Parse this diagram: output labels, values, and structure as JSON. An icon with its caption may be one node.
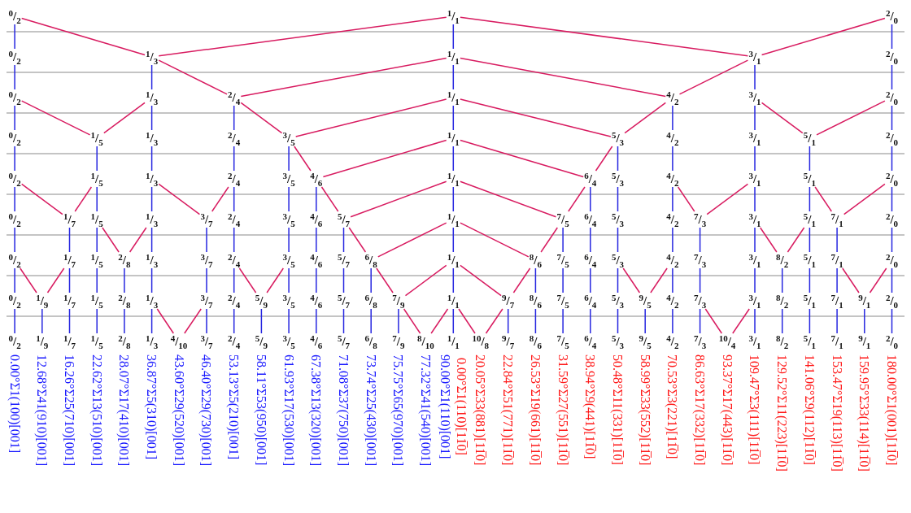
{
  "diagram": {
    "nodes": [
      {
        "text": [
          "$^{0}$/$_{2}$"
        ]
      },
      {
        "text": [
          "$^{1}$/$_{1}$"
        ]
      },
      {
        "text": [
          "$^{2}$/$_{0}$"
        ]
      },
      {
        "text": [
          "$^{0}$/$_{2}$"
        ]
      },
      {
        "text": [
          "$^{1}$/$_{3}$"
        ]
      },
      {
        "text": [
          "$^{1}$/$_{1}$"
        ]
      },
      {
        "text": [
          "$^{3}$/$_{1}$"
        ]
      },
      {
        "text": [
          "$^{2}$/$_{0}$"
        ]
      },
      {
        "text": [
          "$^{0}$/$_{2}$"
        ]
      },
      {
        "text": [
          "$^{1}$/$_{3}$"
        ]
      },
      {
        "text": [
          "$^{2}$/$_{4}$"
        ]
      },
      {
        "text": [
          "$^{1}$/$_{1}$"
        ]
      },
      {
        "text": [
          "$^{4}$/$_{2}$"
        ]
      },
      {
        "text": [
          "$^{3}$/$_{1}$"
        ]
      },
      {
        "text": [
          "$^{2}$/$_{0}$"
        ]
      },
      {
        "text": [
          "$^{0}$/$_{2}$"
        ]
      },
      {
        "text": [
          "$^{1}$/$_{5}$"
        ]
      },
      {
        "text": [
          "$^{1}$/$_{3}$"
        ]
      },
      {
        "text": [
          "$^{2}$/$_{4}$"
        ]
      },
      {
        "text": [
          "$^{3}$/$_{5}$"
        ]
      },
      {
        "text": [
          "$^{1}$/$_{1}$"
        ]
      },
      {
        "text": [
          "$^{5}$/$_{3}$"
        ]
      },
      {
        "text": [
          "$^{4}$/$_{2}$"
        ]
      },
      {
        "text": [
          "$^{3}$/$_{1}$"
        ]
      },
      {
        "text": [
          "$^{5}$/$_{1}$"
        ]
      },
      {
        "text": [
          "$^{2}$/$_{0}$"
        ]
      },
      {
        "text": [
          "$^{0}$/$_{2}$"
        ]
      },
      {
        "text": [
          "$^{1}$/$_{5}$"
        ]
      },
      {
        "text": [
          "$^{1}$/$_{3}$"
        ]
      },
      {
        "text": [
          "$^{2}$/$_{4}$"
        ]
      },
      {
        "text": [
          "$^{3}$/$_{5}$"
        ]
      },
      {
        "text": [
          "$^{4}$/$_{6}$"
        ]
      },
      {
        "text": [
          "$^{1}$/$_{1}$"
        ]
      },
      {
        "text": [
          "$^{6}$/$_{4}$"
        ]
      },
      {
        "text": [
          "$^{5}$/$_{3}$"
        ]
      },
      {
        "text": [
          "$^{4}$/$_{2}$"
        ]
      },
      {
        "text": [
          "$^{3}$/$_{1}$"
        ]
      },
      {
        "text": [
          "$^{5}$/$_{1}$"
        ]
      },
      {
        "text": [
          "$^{2}$/$_{0}$"
        ]
      },
      {
        "text": [
          "$^{0}$/$_{2}$"
        ]
      },
      {
        "text": [
          "$^{1}$/$_{7}$"
        ]
      },
      {
        "text": [
          "$^{1}$/$_{5}$"
        ]
      },
      {
        "text": [
          "$^{1}$/$_{3}$"
        ]
      },
      {
        "text": [
          "$^{3}$/$_{7}$"
        ]
      },
      {
        "text": [
          "$^{2}$/$_{4}$"
        ]
      },
      {
        "text": [
          "$^{3}$/$_{5}$"
        ]
      },
      {
        "text": [
          "$^{4}$/$_{6}$"
        ]
      },
      {
        "text": [
          "$^{5}$/$_{7}$"
        ]
      },
      {
        "text": [
          "$^{1}$/$_{1}$"
        ]
      },
      {
        "text": [
          "$^{7}$/$_{5}$"
        ]
      },
      {
        "text": [
          "$^{6}$/$_{4}$"
        ]
      },
      {
        "text": [
          "$^{5}$/$_{3}$"
        ]
      },
      {
        "text": [
          "$^{4}$/$_{2}$"
        ]
      },
      {
        "text": [
          "$^{7}$/$_{3}$"
        ]
      },
      {
        "text": [
          "$^{3}$/$_{1}$"
        ]
      },
      {
        "text": [
          "$^{5}$/$_{1}$"
        ]
      },
      {
        "text": [
          "$^{7}$/$_{1}$"
        ]
      },
      {
        "text": [
          "$^{2}$/$_{0}$"
        ]
      },
      {
        "text": [
          "$^{0}$/$_{2}$"
        ]
      },
      {
        "text": [
          "$^{1}$/$_{7}$"
        ]
      },
      {
        "text": [
          "$^{1}$/$_{5}$"
        ]
      },
      {
        "text": [
          "$^{2}$/$_{8}$"
        ]
      },
      {
        "text": [
          "$^{1}$/$_{3}$"
        ]
      },
      {
        "text": [
          "$^{3}$/$_{7}$"
        ]
      },
      {
        "text": [
          "$^{2}$/$_{4}$"
        ]
      },
      {
        "text": [
          "$^{3}$/$_{5}$"
        ]
      },
      {
        "text": [
          "$^{4}$/$_{6}$"
        ]
      },
      {
        "text": [
          "$^{5}$/$_{7}$"
        ]
      },
      {
        "text": [
          "$^{6}$/$_{8}$"
        ]
      },
      {
        "text": [
          "$^{1}$/$_{1}$"
        ]
      },
      {
        "text": [
          "$^{8}$/$_{6}$"
        ]
      },
      {
        "text": [
          "$^{7}$/$_{5}$"
        ]
      },
      {
        "text": [
          "$^{6}$/$_{4}$"
        ]
      },
      {
        "text": [
          "$^{5}$/$_{3}$"
        ]
      },
      {
        "text": [
          "$^{4}$/$_{2}$"
        ]
      },
      {
        "text": [
          "$^{7}$/$_{3}$"
        ]
      },
      {
        "text": [
          "$^{3}$/$_{1}$"
        ]
      },
      {
        "text": [
          "$^{8}$/$_{2}$"
        ]
      },
      {
        "text": [
          "$^{5}$/$_{1}$"
        ]
      },
      {
        "text": [
          "$^{7}$/$_{1}$"
        ]
      },
      {
        "text": [
          "$^{2}$/$_{0}$"
        ]
      },
      {
        "text": [
          "$^{0}$/$_{2}$"
        ]
      },
      {
        "text": [
          "$^{1}$/$_{9}$"
        ]
      },
      {
        "text": [
          "$^{1}$/$_{7}$"
        ]
      },
      {
        "text": [
          "$^{1}$/$_{5}$"
        ]
      },
      {
        "text": [
          "$^{2}$/$_{8}$"
        ]
      },
      {
        "text": [
          "$^{1}$/$_{3}$"
        ]
      },
      {
        "text": [
          "$^{3}$/$_{7}$"
        ]
      },
      {
        "text": [
          "$^{2}$/$_{4}$"
        ]
      },
      {
        "text": [
          "$^{5}$/$_{9}$"
        ]
      },
      {
        "text": [
          "$^{3}$/$_{5}$"
        ]
      },
      {
        "text": [
          "$^{4}$/$_{6}$"
        ]
      },
      {
        "text": [
          "$^{5}$/$_{7}$"
        ]
      },
      {
        "text": [
          "$^{6}$/$_{8}$"
        ]
      },
      {
        "text": [
          "$^{7}$/$_{9}$"
        ]
      },
      {
        "text": [
          "$^{1}$/$_{1}$"
        ]
      },
      {
        "text": [
          "$^{9}$/$_{7}$"
        ]
      },
      {
        "text": [
          "$^{8}$/$_{6}$"
        ]
      },
      {
        "text": [
          "$^{7}$/$_{5}$"
        ]
      },
      {
        "text": [
          "$^{6}$/$_{4}$"
        ]
      },
      {
        "text": [
          "$^{5}$/$_{3}$"
        ]
      },
      {
        "text": [
          "$^{9}$/$_{5}$"
        ]
      },
      {
        "text": [
          "$^{4}$/$_{2}$"
        ]
      },
      {
        "text": [
          "$^{7}$/$_{3}$"
        ]
      },
      {
        "text": [
          "$^{3}$/$_{1}$"
        ]
      },
      {
        "text": [
          "$^{8}$/$_{2}$"
        ]
      },
      {
        "text": [
          "$^{5}$/$_{1}$"
        ]
      },
      {
        "text": [
          "$^{7}$/$_{1}$"
        ]
      },
      {
        "text": [
          "$^{9}$/$_{1}$"
        ]
      },
      {
        "text": [
          "$^{2}$/$_{0}$"
        ]
      },
      {
        "text": [
          "$^{0}$/$_{2}$"
        ],
        "beside": [
          "0.00°Σ1(100)[001]"
        ]
      },
      {
        "text": [
          "$^{1}$/$_{9}$"
        ],
        "beside": [
          "12.68°Σ41(910)[001]"
        ]
      },
      {
        "text": [
          "$^{1}$/$_{7}$"
        ],
        "beside": [
          "16.26°Σ25(710)[001]"
        ]
      },
      {
        "text": [
          "$^{1}$/$_{5}$"
        ],
        "beside": [
          "22.62°Σ13(510)[001]"
        ]
      },
      {
        "text": [
          "$^{2}$/$_{8}$"
        ],
        "beside": [
          "28.07°Σ17(410)[001]"
        ]
      },
      {
        "text": [
          "$^{1}$/$_{3}$"
        ],
        "beside": [
          "36.87°Σ5(310)[001]"
        ]
      },
      {
        "text": [
          "$^{4}$/$_{10}$"
        ],
        "beside": [
          "43.60°Σ29(520)[001]"
        ]
      },
      {
        "text": [
          "$^{3}$/$_{7}$"
        ],
        "beside": [
          "46.40°Σ29(730)[001]"
        ]
      },
      {
        "text": [
          "$^{2}$/$_{4}$"
        ],
        "beside": [
          "53.13°Σ5(210)[001]"
        ]
      },
      {
        "text": [
          "$^{5}$/$_{9}$"
        ],
        "beside": [
          "58.11°Σ53(950)[001]"
        ]
      },
      {
        "text": [
          "$^{3}$/$_{5}$"
        ],
        "beside": [
          "61.93°Σ17(530)[001]"
        ]
      },
      {
        "text": [
          "$^{4}$/$_{6}$"
        ],
        "beside": [
          "67.38°Σ13(320)[001]"
        ]
      },
      {
        "text": [
          "$^{5}$/$_{7}$"
        ],
        "beside": [
          "71.08°Σ37(750)[001]"
        ]
      },
      {
        "text": [
          "$^{6}$/$_{8}$"
        ],
        "beside": [
          "73.74°Σ25(430)[001]"
        ]
      },
      {
        "text": [
          "$^{7}$/$_{9}$"
        ],
        "beside": [
          "75.75°Σ65(970)[001]"
        ]
      },
      {
        "text": [
          "$^{8}$/$_{10}$"
        ],
        "beside": [
          "77.32°Σ41(540)[001]"
        ]
      },
      {
        "text": [
          "$^{1}$/$_{1}$"
        ],
        "beside": [
          "90.00°Σ1(110)[001]",
          "0.00°Σ1(110)[11̅0]"
        ]
      },
      {
        "text": [
          "$^{10}$/$_{8}$"
        ],
        "beside": [
          "20.05°Σ33(881)[11̅0]"
        ]
      },
      {
        "text": [
          "$^{9}$/$_{7}$"
        ],
        "beside": [
          "22.84°Σ51(771)[11̅0]"
        ]
      },
      {
        "text": [
          "$^{8}$/$_{6}$"
        ],
        "beside": [
          "26.53°Σ19(661)[11̅0]"
        ]
      },
      {
        "text": [
          "$^{7}$/$_{5}$"
        ],
        "beside": [
          "31.59°Σ27(551)[11̅0]"
        ]
      },
      {
        "text": [
          "$^{6}$/$_{4}$"
        ],
        "beside": [
          "38.94°Σ9(441)[11̅0]"
        ]
      },
      {
        "text": [
          "$^{5}$/$_{3}$"
        ],
        "beside": [
          "50.48°Σ11(331)[11̅0]"
        ]
      },
      {
        "text": [
          "$^{9}$/$_{5}$"
        ],
        "beside": [
          "58.99°Σ33(552)[11̅0]"
        ]
      },
      {
        "text": [
          "$^{4}$/$_{2}$"
        ],
        "beside": [
          "70.53°Σ3(221)[11̅0]"
        ]
      },
      {
        "text": [
          "$^{7}$/$_{3}$"
        ],
        "beside": [
          "86.63°Σ17(332)[11̅0]"
        ]
      },
      {
        "text": [
          "$^{10}$/$_{4}$"
        ],
        "beside": [
          "93.37°Σ17(443)[11̅0]"
        ]
      },
      {
        "text": [
          "$^{3}$/$_{1}$"
        ],
        "beside": [
          "109.47°Σ3(111)[11̅0]"
        ]
      },
      {
        "text": [
          "$^{8}$/$_{2}$"
        ],
        "beside": [
          "129.52°Σ11(223)[11̅0]"
        ]
      },
      {
        "text": [
          "$^{5}$/$_{1}$"
        ],
        "beside": [
          "141.06°Σ9(112)[11̅0]"
        ]
      },
      {
        "text": [
          "$^{7}$/$_{1}$"
        ],
        "beside": [
          "153.47°Σ19(113)[11̅0]"
        ]
      },
      {
        "text": [
          "$^{9}$/$_{1}$"
        ],
        "beside": [
          "159.95°Σ33(114)[11̅0]"
        ]
      },
      {
        "text": [
          "$^{2}$/$_{0}$"
        ],
        "beside": [
          "180.00°Σ1(001)[11̅0]"
        ]
      }
    ],
    "edges": [
      {
        "from": 0,
        "to": 3,
        "arrow": "none"
      },
      {
        "from": 1,
        "to": 5,
        "arrow": "none"
      },
      {
        "from": 2,
        "to": 7,
        "arrow": "none"
      },
      {
        "from": 0,
        "to": 4,
        "arrow": "none",
        "color": "#d81b60"
      },
      {
        "from": 1,
        "to": 4,
        "arrow": "none",
        "color": "#d81b60"
      },
      {
        "from": 1,
        "to": 6,
        "arrow": "none",
        "color": "#d81b60"
      },
      {
        "from": 2,
        "to": 6,
        "arrow": "none",
        "color": "#d81b60"
      },
      {
        "from": 3,
        "to": 8,
        "arrow": "none"
      },
      {
        "from": 4,
        "to": 9,
        "arrow": "none"
      },
      {
        "from": 5,
        "to": 11,
        "arrow": "none"
      },
      {
        "from": 6,
        "to": 13,
        "arrow": "none"
      },
      {
        "from": 7,
        "to": 14,
        "arrow": "none"
      },
      {
        "from": 4,
        "to": 10,
        "arrow": "none",
        "color": "#d81b60"
      },
      {
        "from": 5,
        "to": 10,
        "arrow": "none",
        "color": "#d81b60"
      },
      {
        "from": 5,
        "to": 12,
        "arrow": "none",
        "color": "#d81b60"
      },
      {
        "from": 6,
        "to": 12,
        "arrow": "none",
        "color": "#d81b60"
      },
      {
        "from": 8,
        "to": 15,
        "arrow": "none"
      },
      {
        "from": 9,
        "to": 17,
        "arrow": "none"
      },
      {
        "from": 10,
        "to": 18,
        "arrow": "none"
      },
      {
        "from": 11,
        "to": 20,
        "arrow": "none"
      },
      {
        "from": 12,
        "to": 22,
        "arrow": "none"
      },
      {
        "from": 13,
        "to": 23,
        "arrow": "none"
      },
      {
        "from": 14,
        "to": 25,
        "arrow": "none"
      },
      {
        "from": 8,
        "to": 16,
        "arrow": "none",
        "color": "#d81b60"
      },
      {
        "from": 9,
        "to": 16,
        "arrow": "none",
        "color": "#d81b60"
      },
      {
        "from": 10,
        "to": 19,
        "arrow": "none",
        "color": "#d81b60"
      },
      {
        "from": 11,
        "to": 19,
        "arrow": "none",
        "color": "#d81b60"
      },
      {
        "from": 11,
        "to": 21,
        "arrow": "none",
        "color": "#d81b60"
      },
      {
        "from": 12,
        "to": 21,
        "arrow": "none",
        "color": "#d81b60"
      },
      {
        "from": 13,
        "to": 24,
        "arrow": "none",
        "color": "#d81b60"
      },
      {
        "from": 14,
        "to": 24,
        "arrow": "none",
        "color": "#d81b60"
      },
      {
        "from": 15,
        "to": 26,
        "arrow": "none"
      },
      {
        "from": 16,
        "to": 27,
        "arrow": "none"
      },
      {
        "from": 17,
        "to": 28,
        "arrow": "none"
      },
      {
        "from": 18,
        "to": 29,
        "arrow": "none"
      },
      {
        "from": 19,
        "to": 30,
        "arrow": "none"
      },
      {
        "from": 20,
        "to": 32,
        "arrow": "none"
      },
      {
        "from": 21,
        "to": 34,
        "arrow": "none"
      },
      {
        "from": 22,
        "to": 35,
        "arrow": "none"
      },
      {
        "from": 23,
        "to": 36,
        "arrow": "none"
      },
      {
        "from": 24,
        "to": 37,
        "arrow": "none"
      },
      {
        "from": 25,
        "to": 38,
        "arrow": "none"
      },
      {
        "from": 19,
        "to": 31,
        "arrow": "none",
        "color": "#d81b60"
      },
      {
        "from": 20,
        "to": 31,
        "arrow": "none",
        "color": "#d81b60"
      },
      {
        "from": 20,
        "to": 33,
        "arrow": "none",
        "color": "#d81b60"
      },
      {
        "from": 21,
        "to": 33,
        "arrow": "none",
        "color": "#d81b60"
      },
      {
        "from": 26,
        "to": 39,
        "arrow": "none"
      },
      {
        "from": 27,
        "to": 41,
        "arrow": "none"
      },
      {
        "from": 28,
        "to": 42,
        "arrow": "none"
      },
      {
        "from": 29,
        "to": 44,
        "arrow": "none"
      },
      {
        "from": 30,
        "to": 45,
        "arrow": "none"
      },
      {
        "from": 31,
        "to": 46,
        "arrow": "none"
      },
      {
        "from": 32,
        "to": 48,
        "arrow": "none"
      },
      {
        "from": 33,
        "to": 50,
        "arrow": "none"
      },
      {
        "from": 34,
        "to": 51,
        "arrow": "none"
      },
      {
        "from": 35,
        "to": 52,
        "arrow": "none"
      },
      {
        "from": 36,
        "to": 54,
        "arrow": "none"
      },
      {
        "from": 37,
        "to": 55,
        "arrow": "none"
      },
      {
        "from": 38,
        "to": 57,
        "arrow": "none"
      },
      {
        "from": 26,
        "to": 40,
        "arrow": "none",
        "color": "#d81b60"
      },
      {
        "from": 27,
        "to": 40,
        "arrow": "none",
        "color": "#d81b60"
      },
      {
        "from": 28,
        "to": 43,
        "arrow": "none",
        "color": "#d81b60"
      },
      {
        "from": 29,
        "to": 43,
        "arrow": "none",
        "color": "#d81b60"
      },
      {
        "from": 31,
        "to": 47,
        "arrow": "none",
        "color": "#d81b60"
      },
      {
        "from": 32,
        "to": 47,
        "arrow": "none",
        "color": "#d81b60"
      },
      {
        "from": 32,
        "to": 49,
        "arrow": "none",
        "color": "#d81b60"
      },
      {
        "from": 33,
        "to": 49,
        "arrow": "none",
        "color": "#d81b60"
      },
      {
        "from": 35,
        "to": 53,
        "arrow": "none",
        "color": "#d81b60"
      },
      {
        "from": 36,
        "to": 53,
        "arrow": "none",
        "color": "#d81b60"
      },
      {
        "from": 37,
        "to": 56,
        "arrow": "none",
        "color": "#d81b60"
      },
      {
        "from": 38,
        "to": 56,
        "arrow": "none",
        "color": "#d81b60"
      },
      {
        "from": 39,
        "to": 58,
        "arrow": "none"
      },
      {
        "from": 40,
        "to": 59,
        "arrow": "none"
      },
      {
        "from": 41,
        "to": 60,
        "arrow": "none"
      },
      {
        "from": 42,
        "to": 62,
        "arrow": "none"
      },
      {
        "from": 43,
        "to": 63,
        "arrow": "none"
      },
      {
        "from": 44,
        "to": 64,
        "arrow": "none"
      },
      {
        "from": 45,
        "to": 65,
        "arrow": "none"
      },
      {
        "from": 46,
        "to": 66,
        "arrow": "none"
      },
      {
        "from": 47,
        "to": 67,
        "arrow": "none"
      },
      {
        "from": 48,
        "to": 69,
        "arrow": "none"
      },
      {
        "from": 49,
        "to": 71,
        "arrow": "none"
      },
      {
        "from": 50,
        "to": 72,
        "arrow": "none"
      },
      {
        "from": 51,
        "to": 73,
        "arrow": "none"
      },
      {
        "from": 52,
        "to": 74,
        "arrow": "none"
      },
      {
        "from": 53,
        "to": 75,
        "arrow": "none"
      },
      {
        "from": 54,
        "to": 76,
        "arrow": "none"
      },
      {
        "from": 55,
        "to": 78,
        "arrow": "none"
      },
      {
        "from": 56,
        "to": 79,
        "arrow": "none"
      },
      {
        "from": 57,
        "to": 80,
        "arrow": "none"
      },
      {
        "from": 41,
        "to": 61,
        "arrow": "none",
        "color": "#d81b60"
      },
      {
        "from": 42,
        "to": 61,
        "arrow": "none",
        "color": "#d81b60"
      },
      {
        "from": 47,
        "to": 68,
        "arrow": "none",
        "color": "#d81b60"
      },
      {
        "from": 48,
        "to": 68,
        "arrow": "none",
        "color": "#d81b60"
      },
      {
        "from": 48,
        "to": 70,
        "arrow": "none",
        "color": "#d81b60"
      },
      {
        "from": 49,
        "to": 70,
        "arrow": "none",
        "color": "#d81b60"
      },
      {
        "from": 54,
        "to": 77,
        "arrow": "none",
        "color": "#d81b60"
      },
      {
        "from": 55,
        "to": 77,
        "arrow": "none",
        "color": "#d81b60"
      },
      {
        "from": 58,
        "to": 81,
        "arrow": "none"
      },
      {
        "from": 59,
        "to": 83,
        "arrow": "none"
      },
      {
        "from": 60,
        "to": 84,
        "arrow": "none"
      },
      {
        "from": 61,
        "to": 85,
        "arrow": "none"
      },
      {
        "from": 62,
        "to": 86,
        "arrow": "none"
      },
      {
        "from": 63,
        "to": 87,
        "arrow": "none"
      },
      {
        "from": 64,
        "to": 88,
        "arrow": "none"
      },
      {
        "from": 65,
        "to": 90,
        "arrow": "none"
      },
      {
        "from": 66,
        "to": 91,
        "arrow": "none"
      },
      {
        "from": 67,
        "to": 92,
        "arrow": "none"
      },
      {
        "from": 68,
        "to": 93,
        "arrow": "none"
      },
      {
        "from": 69,
        "to": 95,
        "arrow": "none"
      },
      {
        "from": 70,
        "to": 97,
        "arrow": "none"
      },
      {
        "from": 71,
        "to": 98,
        "arrow": "none"
      },
      {
        "from": 72,
        "to": 99,
        "arrow": "none"
      },
      {
        "from": 73,
        "to": 100,
        "arrow": "none"
      },
      {
        "from": 74,
        "to": 102,
        "arrow": "none"
      },
      {
        "from": 75,
        "to": 103,
        "arrow": "none"
      },
      {
        "from": 76,
        "to": 104,
        "arrow": "none"
      },
      {
        "from": 77,
        "to": 105,
        "arrow": "none"
      },
      {
        "from": 78,
        "to": 106,
        "arrow": "none"
      },
      {
        "from": 79,
        "to": 107,
        "arrow": "none"
      },
      {
        "from": 80,
        "to": 109,
        "arrow": "none"
      },
      {
        "from": 58,
        "to": 82,
        "arrow": "none",
        "color": "#d81b60"
      },
      {
        "from": 59,
        "to": 82,
        "arrow": "none",
        "color": "#d81b60"
      },
      {
        "from": 64,
        "to": 89,
        "arrow": "none",
        "color": "#d81b60"
      },
      {
        "from": 65,
        "to": 89,
        "arrow": "none",
        "color": "#d81b60"
      },
      {
        "from": 68,
        "to": 94,
        "arrow": "none",
        "color": "#d81b60"
      },
      {
        "from": 69,
        "to": 94,
        "arrow": "none",
        "color": "#d81b60"
      },
      {
        "from": 69,
        "to": 96,
        "arrow": "none",
        "color": "#d81b60"
      },
      {
        "from": 70,
        "to": 96,
        "arrow": "none",
        "color": "#d81b60"
      },
      {
        "from": 73,
        "to": 101,
        "arrow": "none",
        "color": "#d81b60"
      },
      {
        "from": 74,
        "to": 101,
        "arrow": "none",
        "color": "#d81b60"
      },
      {
        "from": 79,
        "to": 108,
        "arrow": "none",
        "color": "#d81b60"
      },
      {
        "from": 80,
        "to": 108,
        "arrow": "none",
        "color": "#d81b60"
      },
      {
        "from": 81,
        "to": 110,
        "arrow": "none"
      },
      {
        "from": 82,
        "to": 111,
        "arrow": "none"
      },
      {
        "from": 83,
        "to": 112,
        "arrow": "none"
      },
      {
        "from": 84,
        "to": 113,
        "arrow": "none"
      },
      {
        "from": 85,
        "to": 114,
        "arrow": "none"
      },
      {
        "from": 86,
        "to": 115,
        "arrow": "none"
      },
      {
        "from": 87,
        "to": 117,
        "arrow": "none"
      },
      {
        "from": 88,
        "to": 118,
        "arrow": "none"
      },
      {
        "from": 89,
        "to": 119,
        "arrow": "none"
      },
      {
        "from": 90,
        "to": 120,
        "arrow": "none"
      },
      {
        "from": 91,
        "to": 121,
        "arrow": "none"
      },
      {
        "from": 92,
        "to": 122,
        "arrow": "none"
      },
      {
        "from": 93,
        "to": 123,
        "arrow": "none"
      },
      {
        "from": 94,
        "to": 124,
        "arrow": "none"
      },
      {
        "from": 95,
        "to": 126,
        "arrow": "none"
      },
      {
        "from": 96,
        "to": 128,
        "arrow": "none"
      },
      {
        "from": 97,
        "to": 129,
        "arrow": "none"
      },
      {
        "from": 98,
        "to": 130,
        "arrow": "none"
      },
      {
        "from": 99,
        "to": 131,
        "arrow": "none"
      },
      {
        "from": 100,
        "to": 132,
        "arrow": "none"
      },
      {
        "from": 101,
        "to": 133,
        "arrow": "none"
      },
      {
        "from": 102,
        "to": 134,
        "arrow": "none"
      },
      {
        "from": 103,
        "to": 135,
        "arrow": "none"
      },
      {
        "from": 104,
        "to": 137,
        "arrow": "none"
      },
      {
        "from": 105,
        "to": 138,
        "arrow": "none"
      },
      {
        "from": 106,
        "to": 139,
        "arrow": "none"
      },
      {
        "from": 107,
        "to": 140,
        "arrow": "none"
      },
      {
        "from": 108,
        "to": 141,
        "arrow": "none"
      },
      {
        "from": 109,
        "to": 142,
        "arrow": "none"
      },
      {
        "from": 86,
        "to": 116,
        "arrow": "none",
        "color": "#d81b60"
      },
      {
        "from": 87,
        "to": 116,
        "arrow": "none",
        "color": "#d81b60"
      },
      {
        "from": 94,
        "to": 125,
        "arrow": "none",
        "color": "#d81b60"
      },
      {
        "from": 95,
        "to": 125,
        "arrow": "none",
        "color": "#d81b60"
      },
      {
        "from": 95,
        "to": 127,
        "arrow": "none",
        "color": "#d81b60"
      },
      {
        "from": 96,
        "to": 127,
        "arrow": "none",
        "color": "#d81b60"
      },
      {
        "from": 103,
        "to": 136,
        "arrow": "none",
        "color": "#d81b60"
      },
      {
        "from": 104,
        "to": 136,
        "arrow": "none",
        "color": "#d81b60"
      }
    ]
  }
}
